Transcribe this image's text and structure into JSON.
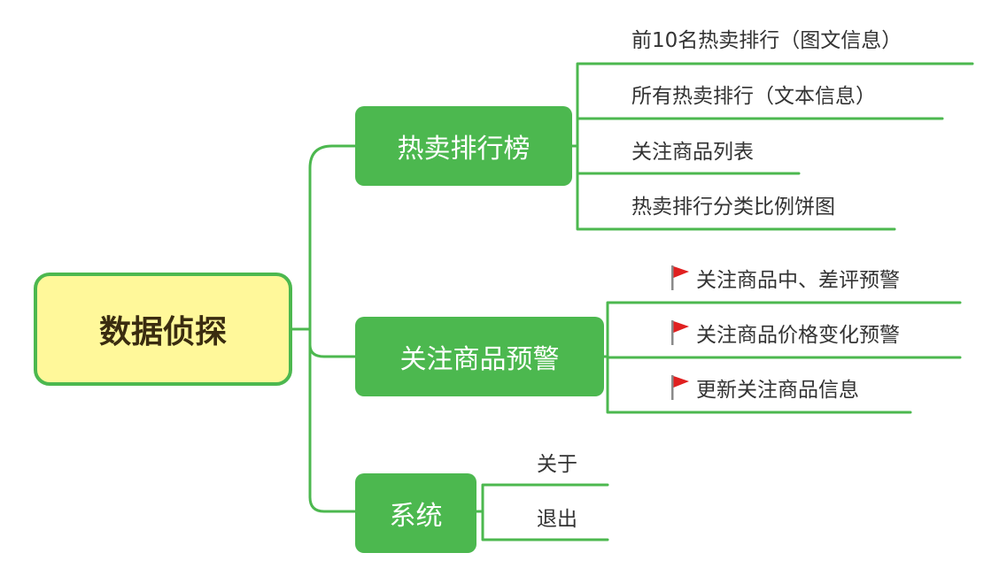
{
  "mindmap": {
    "root": {
      "label": "数据侦探"
    },
    "branches": [
      {
        "label": "热卖排行榜",
        "items": [
          {
            "label": "前10名热卖排行（图文信息）",
            "flag": false
          },
          {
            "label": "所有热卖排行（文本信息）",
            "flag": false
          },
          {
            "label": "关注商品列表",
            "flag": false
          },
          {
            "label": "热卖排行分类比例饼图",
            "flag": false
          }
        ]
      },
      {
        "label": "关注商品预警",
        "items": [
          {
            "label": "关注商品中、差评预警",
            "flag": true
          },
          {
            "label": "关注商品价格变化预警",
            "flag": true
          },
          {
            "label": "更新关注商品信息",
            "flag": true
          }
        ]
      },
      {
        "label": "系统",
        "items": [
          {
            "label": "关于",
            "flag": false
          },
          {
            "label": "退出",
            "flag": false
          }
        ]
      }
    ]
  },
  "colors": {
    "branch_fill": "#4cb84f",
    "connector": "#4cb84f",
    "root_fill": "#fff89a",
    "flag": "#e02020",
    "text": "#333333"
  },
  "icons": {
    "priority_flag": "red-flag-icon"
  }
}
